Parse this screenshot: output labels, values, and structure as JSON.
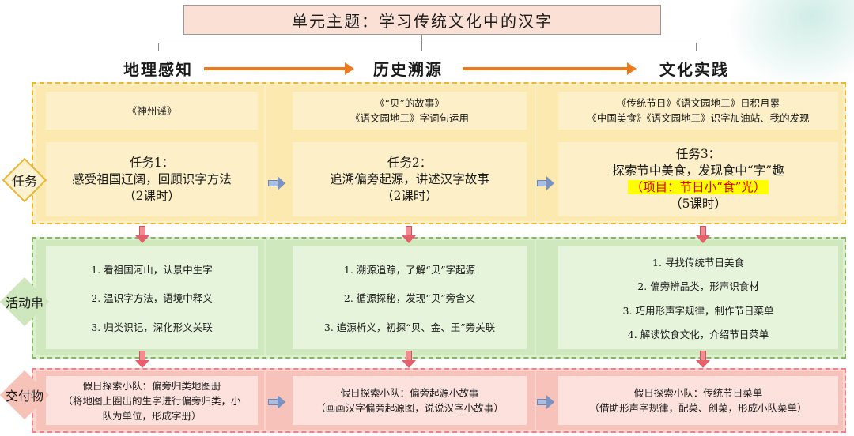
{
  "title": "单元主题：学习传统文化中的汉字",
  "columns": [
    {
      "heading": "地理感知",
      "resource_lines": [
        "《神州谣》"
      ],
      "task_lines": [
        "任务1：",
        "感受祖国辽阔，回顾识字方法",
        "（2课时）"
      ],
      "activities": [
        "1. 看祖国河山，认景中生字",
        "2. 温识字方法，语境中释义",
        "3. 归类识记，深化形义关联"
      ],
      "deliverable_lines": [
        "假日探索小队：偏旁归类地图册",
        "（将地图上圈出的生字进行偏旁归类，小",
        "队为单位，形成字册）"
      ]
    },
    {
      "heading": "历史溯源",
      "resource_lines": [
        "《“贝”的故事》",
        "《语文园地三》字词句运用"
      ],
      "task_lines": [
        "任务2：",
        "追溯偏旁起源，讲述汉字故事",
        "（2课时）"
      ],
      "activities": [
        "1. 溯源追踪，了解“贝”字起源",
        "2. 循源探秘，发现“贝”旁含义",
        "3. 追源析义，初探“贝、金、王”旁关联"
      ],
      "deliverable_lines": [
        "假日探索小队：偏旁起源小故事",
        "（画画汉字偏旁起源图，说说汉字小故事）"
      ]
    },
    {
      "heading": "文化实践",
      "resource_lines": [
        "《传统节日》《语文园地三》日积月累",
        "《中国美食》《语文园地三》识字加油站、我的发现"
      ],
      "task_lines": [
        "任务3：",
        "探索节中美食，发现食中“字”趣"
      ],
      "task_project": "（项目：节日小“食”光）",
      "task_hours": "（5课时）",
      "activities": [
        "1. 寻找传统节日美食",
        "2. 偏旁辨品类，形声识食材",
        "3. 巧用形声字规律，制作节日菜单",
        "4. 解读饮食文化，介绍节日菜单"
      ],
      "deliverable_lines": [
        "假日探索小队：传统节日菜单",
        "（借助形声字规律，配菜、创菜，形成小队菜单）"
      ]
    }
  ],
  "row_labels": {
    "task": "任务",
    "activity": "活动串",
    "deliverable": "交付物"
  },
  "colors": {
    "title_bg": "#fbe0d5",
    "flow_arrow": "#ea7a1e",
    "task_band": "#fcefc6",
    "activity_band": "#dcefce",
    "deliverable_band": "#f9d3cc",
    "project_highlight": "#ffff00",
    "project_text": "#e00000"
  }
}
